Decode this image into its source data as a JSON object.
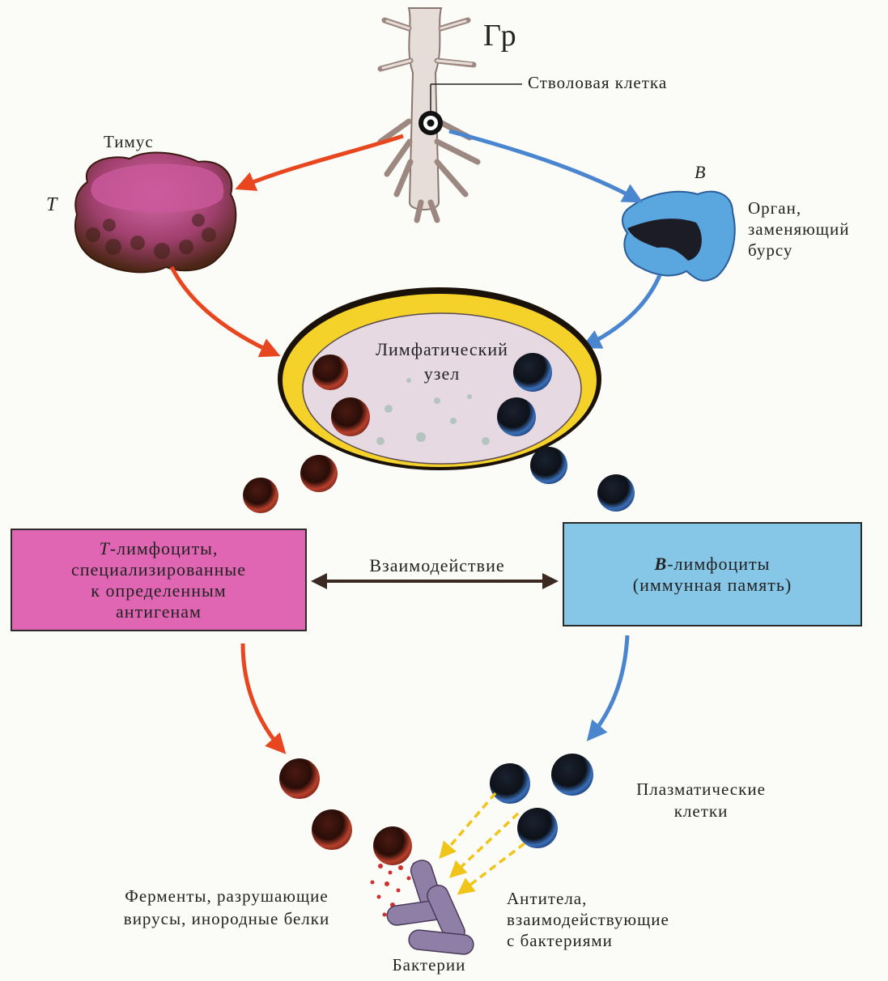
{
  "labels": {
    "gr": "Гр",
    "stem_cell": "Стволовая клетка",
    "thymus": "Тимус",
    "t_letter": "Т",
    "b_letter": "В",
    "organ_line1": "Орган,",
    "organ_line2": "заменяющий",
    "organ_line3": "бурсу",
    "lymph_line1": "Лимфатический",
    "lymph_line2": "узел",
    "interaction": "Взаимодействие",
    "plasma_line1": "Плазматические",
    "plasma_line2": "клетки",
    "enzymes_line1": "Ферменты, разрушающие",
    "enzymes_line2": "вирусы, инородные белки",
    "antibodies_line1": "Антитела,",
    "antibodies_line2": "взаимодействующие",
    "antibodies_line3": "с бактериями",
    "bacteria": "Бактерии"
  },
  "t_box": {
    "letter": "Т",
    "line1_rest": "-лимфоциты,",
    "line2": "специализированные",
    "line3": "к определенным",
    "line4": "антигенам"
  },
  "b_box": {
    "letter": "В",
    "line1_rest": "-лимфоциты",
    "line2": "(иммунная память)"
  },
  "colors": {
    "t_path": "#e8461e",
    "b_path": "#4a86d0",
    "t_box": "#e066b3",
    "b_box": "#86c6e6",
    "antibody_arrows": "#f0c419"
  }
}
